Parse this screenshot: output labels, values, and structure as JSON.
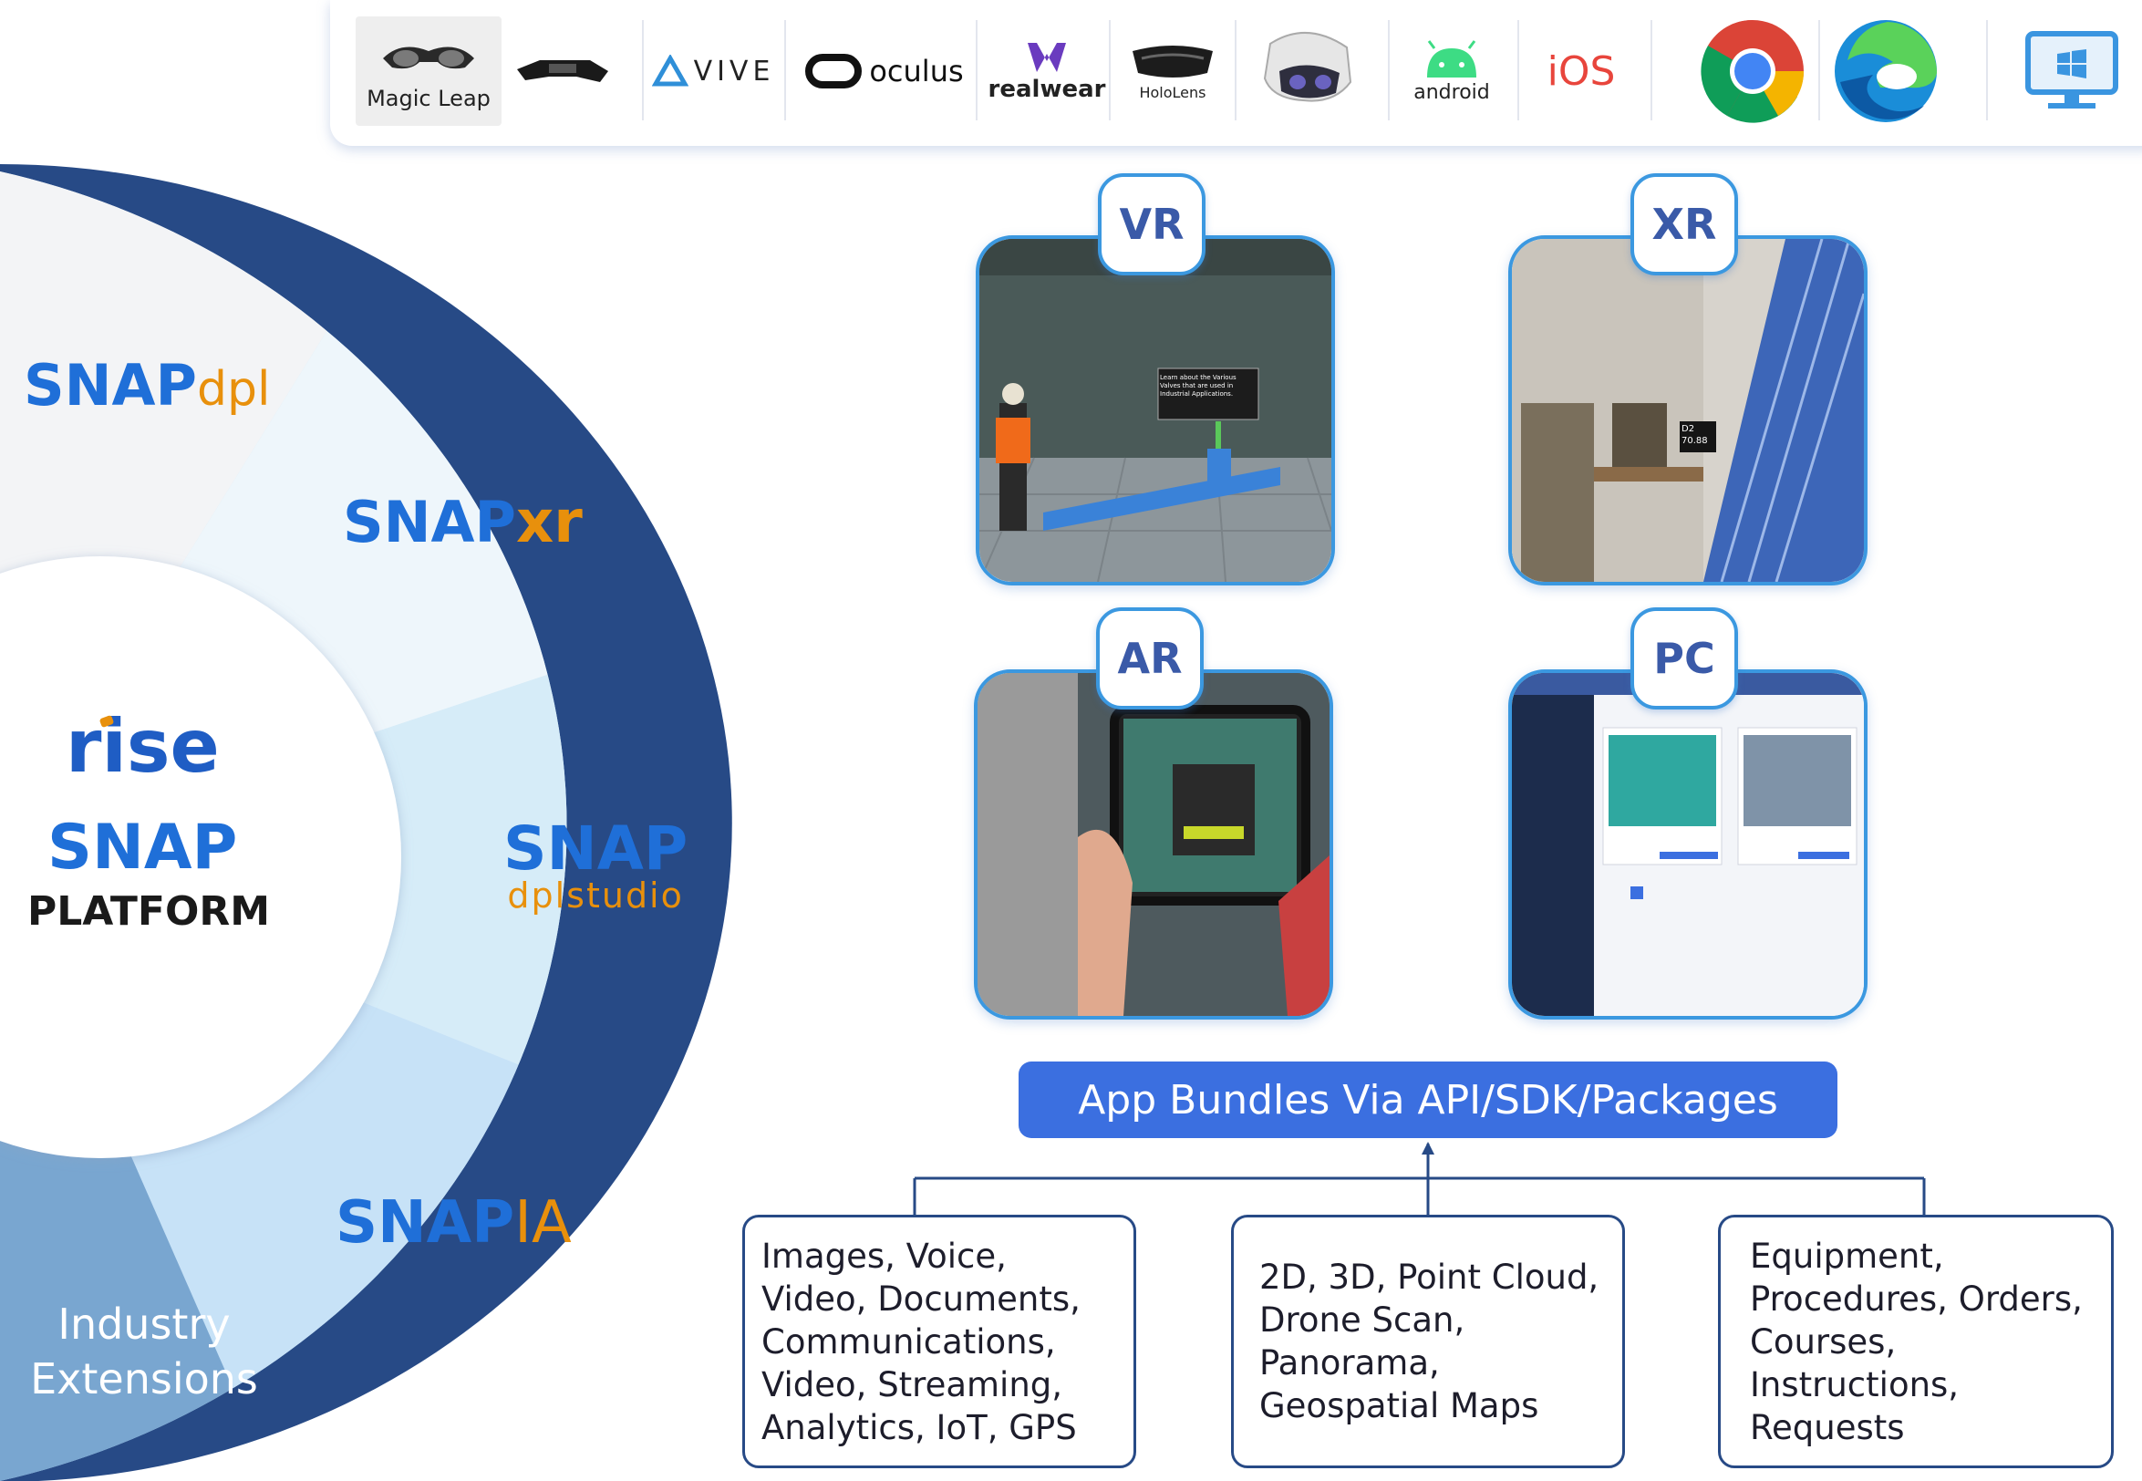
{
  "devices": [
    {
      "name": "magic-leap",
      "label": "Magic Leap"
    },
    {
      "name": "smart-glasses",
      "label": ""
    },
    {
      "name": "vive",
      "label": "VIVE"
    },
    {
      "name": "oculus",
      "label": "oculus"
    },
    {
      "name": "realwear",
      "label": "realwear"
    },
    {
      "name": "hololens",
      "label": "HoloLens"
    },
    {
      "name": "quest-headset",
      "label": ""
    },
    {
      "name": "android",
      "label": "android"
    },
    {
      "name": "ios",
      "label": "iOS"
    },
    {
      "name": "chrome",
      "label": ""
    },
    {
      "name": "edge",
      "label": ""
    },
    {
      "name": "windows-pc",
      "label": ""
    }
  ],
  "wheel": {
    "center": {
      "brand": "rise",
      "snap": "SNAP",
      "platform": "PLATFORM"
    },
    "segments": [
      {
        "snap": "SNAP",
        "suffix": "dpl"
      },
      {
        "snap": "SNAP",
        "suffix": "xr"
      },
      {
        "snap": "SNAP",
        "suffix": "dplstudio"
      },
      {
        "snap": "SNAP",
        "suffix": "IA"
      }
    ],
    "extensions": "Industry\nExtensions"
  },
  "modes": [
    {
      "label": "VR",
      "callout": "Learn about the Various Valves that are used in Industrial Applications."
    },
    {
      "label": "XR",
      "callout": "D2\n70.88"
    },
    {
      "label": "AR"
    },
    {
      "label": "PC"
    }
  ],
  "bundle_title": "App Bundles Via API/SDK/Packages",
  "categories": [
    "Images, Voice,\nVideo, Documents,\nCommunications,\nVideo, Streaming,\nAnalytics, IoT,  GPS",
    "2D, 3D, Point Cloud,\nDrone Scan,\nPanorama,\nGeospatial Maps",
    "Equipment,\nProcedures, Orders,\nCourses,\nInstructions,\nRequests"
  ],
  "colors": {
    "accent": "#3b6fe0",
    "snap_blue": "#1f6fd8",
    "snap_orange": "#e8900c",
    "frame": "#3b98e0"
  }
}
